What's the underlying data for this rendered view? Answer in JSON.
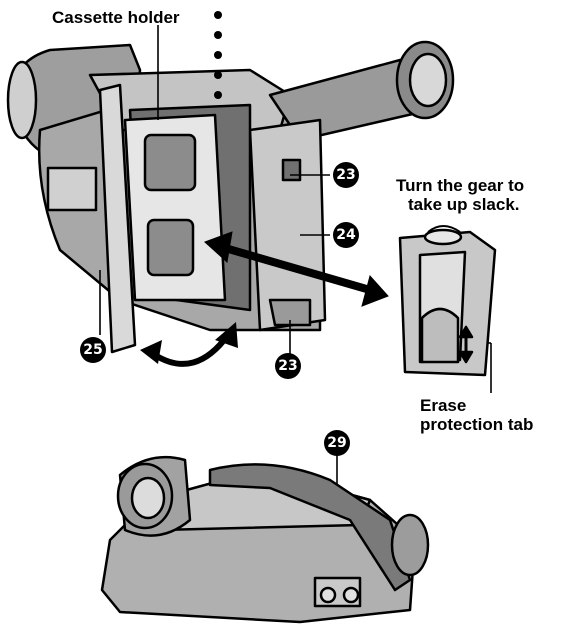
{
  "labels": {
    "cassette_holder": "Cassette holder",
    "gear_line1": "Turn the gear to",
    "gear_line2": "take up slack.",
    "erase_line1": "Erase",
    "erase_line2": "protection tab"
  },
  "callouts": {
    "top": "23",
    "middle": "24",
    "bottom": "23",
    "left": "25",
    "lower": "29"
  }
}
